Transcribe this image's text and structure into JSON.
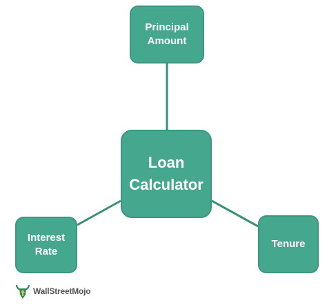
{
  "diagram": {
    "center": {
      "line1": "Loan",
      "line2": "Calculator"
    },
    "nodes": {
      "principal": {
        "line1": "Principal",
        "line2": "Amount"
      },
      "interest": {
        "line1": "Interest",
        "line2": "Rate"
      },
      "tenure": {
        "label": "Tenure"
      }
    },
    "colors": {
      "node_fill": "#45a88e",
      "node_border": "#3a9880",
      "connector": "#3a8f78",
      "text": "#ffffff"
    }
  },
  "brand": {
    "name": "WallStreetMojo",
    "icon": "wallstreetmojo-logo-icon"
  }
}
